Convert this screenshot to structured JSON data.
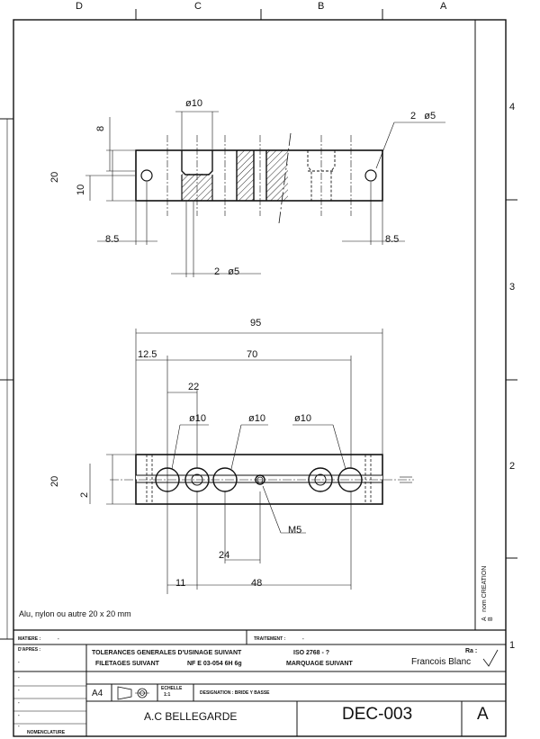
{
  "frame": {
    "columns": [
      "D",
      "C",
      "B",
      "A"
    ],
    "rows": [
      "4",
      "3",
      "2",
      "1"
    ]
  },
  "views": {
    "top": {
      "dims": {
        "d10": "ø10",
        "h8": "8",
        "h20": "20",
        "h10": "10",
        "left_85": "8.5",
        "right_85": "8.5",
        "holes_5_right": "2   ø5",
        "holes_5_bottom": "2   ø5"
      }
    },
    "front": {
      "dims": {
        "l95": "95",
        "l125": "12.5",
        "l70": "70",
        "l22": "22",
        "dia1": "ø10",
        "dia2": "ø10",
        "dia3": "ø10",
        "h20": "20",
        "h2": "2",
        "m5": "M5",
        "l24": "24",
        "l11": "11",
        "l48": "48"
      }
    }
  },
  "note": "Alu, nylon ou autre 20 x 20 mm",
  "revision": {
    "text": "A   nom CREATION",
    "text_b": "B"
  },
  "title_block": {
    "matiere_label": "MATIERE :",
    "matiere_value": "-",
    "traitement_label": "TRAITEMENT :",
    "traitement_value": "-",
    "dapres_label": "D'APRES :",
    "dapres_value": "-",
    "tol_line1": "TOLERANCES GENERALES D'USINAGE SUIVANT",
    "tol_std1": "ISO 2768 - ?",
    "tol_line2": "FILETAGES SUIVANT",
    "tol_std2": "NF E 03-054 6H 6g",
    "marquage": "MARQUAGE SUIVANT",
    "ra_label": "Ra :",
    "author": "Francois Blanc",
    "format": "A4",
    "echelle_label": "ECHELLE",
    "echelle_value": "1:1",
    "designation": "DESIGNATION : BRIDE Y BASSE",
    "company": "A.C BELLEGARDE",
    "drawing_no": "DEC-003",
    "rev": "A",
    "nomenclature": "NOMENCLATURE",
    "nom_rows": [
      "-",
      "-",
      "-",
      "-",
      "-",
      "-"
    ]
  }
}
